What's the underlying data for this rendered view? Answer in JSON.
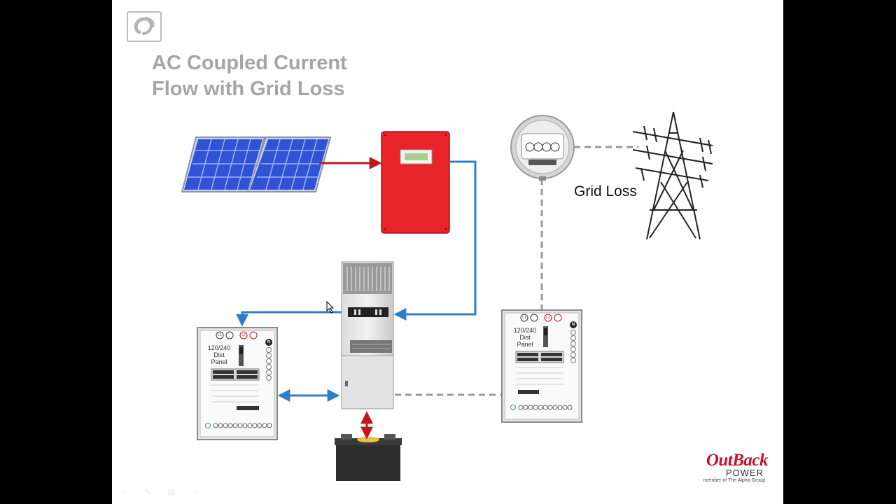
{
  "slide": {
    "title_line1": "AC Coupled Current",
    "title_line2": "Flow with Grid Loss"
  },
  "diagram": {
    "grid_status_label": "Grid Loss",
    "panel_left": {
      "badge_l1": "L1",
      "badge_l2": "L2",
      "badge_n": "N",
      "label": [
        "120/240",
        "Dist",
        "Panel"
      ]
    },
    "panel_right": {
      "badge_l1": "L1",
      "badge_l2": "L2",
      "badge_n": "N",
      "label": [
        "120/240",
        "Dist",
        "Panel"
      ]
    },
    "colors": {
      "dc_flow": "#c0161c",
      "ac_flow": "#2f7fc8",
      "inactive_grid": "#999999",
      "grid_tie_inverter": "#e8232a",
      "solar_cells": "#2f52d6"
    }
  },
  "brand": {
    "name": "OutBack",
    "sub": "POWER",
    "member": "member of The Alpha Group"
  },
  "nav": {
    "icons": [
      "back-arrow-icon",
      "pen-icon",
      "menu-icon",
      "forward-arrow-icon"
    ]
  }
}
